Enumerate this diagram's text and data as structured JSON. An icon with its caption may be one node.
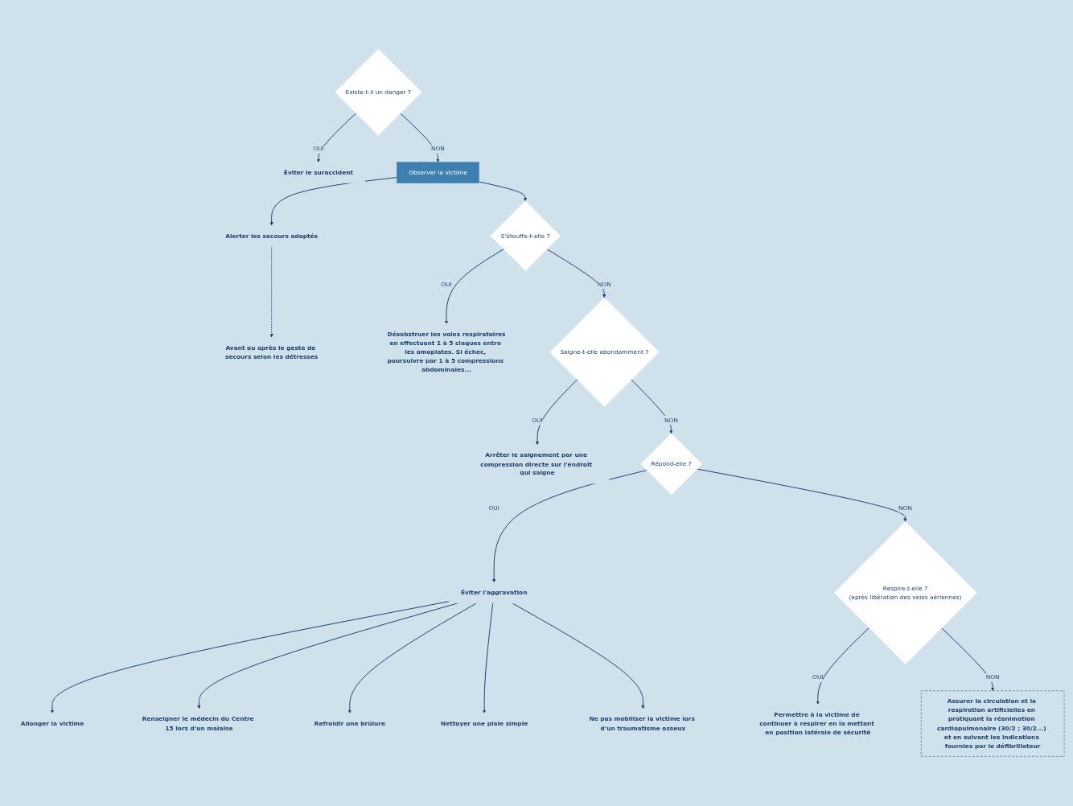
{
  "diagram": {
    "nodes": [
      {
        "text": [
          "Existe-t-il un danger ?"
        ]
      },
      {
        "text": [
          "Éviter le suraccident"
        ]
      },
      {
        "text": [
          "Observer la victime"
        ]
      },
      {
        "text": [
          "Alerter les secours adaptés"
        ]
      },
      {
        "text": [
          "Avant ou après le geste de secours selon les détresses"
        ]
      },
      {
        "text": [
          "S'étouffe-t-elle ?"
        ]
      },
      {
        "text": [
          "Désobstruer les voies respiratoires",
          "en effectuant 1 à 5 claques entre les omoplates. Si échec, poursuivre par 1 à 5 compressions abdominales..."
        ]
      },
      {
        "text": [
          "Saigne-t-elle abondamment ?"
        ]
      },
      {
        "text": [
          "Arrêter le saignement par une compression directe sur l'endroit qui saigne"
        ]
      },
      {
        "text": [
          "Répond-elle ?"
        ]
      },
      {
        "text": [
          "Éviter l'aggravation"
        ]
      },
      {
        "text": [
          "Allonger la victime"
        ]
      },
      {
        "text": [
          "Renseigner le médecin du Centre 15 lors d'un malaise"
        ]
      },
      {
        "text": [
          "Refroidir une brûlure"
        ]
      },
      {
        "text": [
          "Nettoyer une plaie simple"
        ]
      },
      {
        "text": [
          "Ne pas mobiliser la victime lors d'un traumatisme osseux"
        ]
      },
      {
        "text": [
          "Respire-t-elle ?",
          "(après libération des voies aériennes)"
        ]
      },
      {
        "text": [
          "Permettre à la victime de continuer à respirer en la mettant en position latérale de sécurité"
        ]
      },
      {
        "text": [
          "Assurer la circulation et la respiration artificielles en pratiquant la réanimation cardiopulmonaire (30/2 ; 30/2...) et en suivant les indications fournies par le défibrillateur"
        ]
      }
    ],
    "edges": [
      {
        "from": 0,
        "to": 1,
        "label": "OUI",
        "arrow": "to"
      },
      {
        "from": 0,
        "to": 2,
        "label": "NON",
        "arrow": "to"
      },
      {
        "from": 2,
        "to": 3,
        "arrow": "to"
      },
      {
        "from": 3,
        "to": 4,
        "arrow": "to",
        "style": "dashed"
      },
      {
        "from": 2,
        "to": 5,
        "arrow": "to"
      },
      {
        "from": 5,
        "to": 6,
        "label": "OUI",
        "arrow": "to"
      },
      {
        "from": 5,
        "to": 7,
        "label": "NON",
        "arrow": "to"
      },
      {
        "from": 7,
        "to": 8,
        "label": "OUI",
        "arrow": "to"
      },
      {
        "from": 7,
        "to": 9,
        "label": "NON",
        "arrow": "to"
      },
      {
        "from": 9,
        "to": 10,
        "label": "OUI",
        "arrow": "to"
      },
      {
        "from": 10,
        "to": 11,
        "arrow": "to"
      },
      {
        "from": 10,
        "to": 12,
        "arrow": "to"
      },
      {
        "from": 10,
        "to": 13,
        "arrow": "to"
      },
      {
        "from": 10,
        "to": 14,
        "arrow": "to"
      },
      {
        "from": 10,
        "to": 15,
        "arrow": "to"
      },
      {
        "from": 9,
        "to": 16,
        "label": "NON",
        "arrow": "to"
      },
      {
        "from": 16,
        "to": 17,
        "label": "OUI",
        "arrow": "to"
      },
      {
        "from": 16,
        "to": 18,
        "label": "NON",
        "arrow": "to"
      }
    ]
  }
}
